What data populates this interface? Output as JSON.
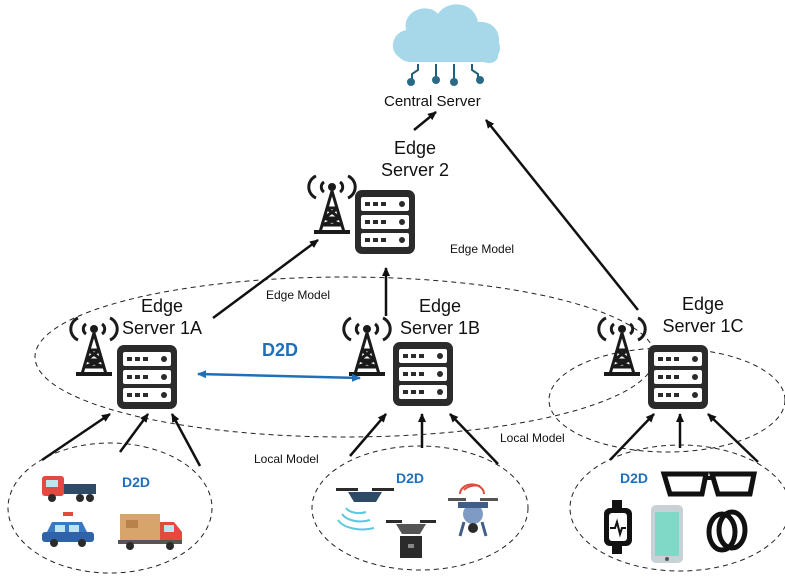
{
  "central_server": {
    "label": "Central Server"
  },
  "edge_server_2": {
    "line1": "Edge",
    "line2": "Server 2"
  },
  "edge_server_1a": {
    "line1": "Edge",
    "line2": "Server 1A"
  },
  "edge_server_1b": {
    "line1": "Edge",
    "line2": "Server 1B"
  },
  "edge_server_1c": {
    "line1": "Edge",
    "line2": "Server 1C"
  },
  "links": {
    "edge_model_upper": "Edge Model",
    "edge_model_lower": "Edge Model",
    "local_model_left": "Local Model",
    "local_model_right": "Local Model"
  },
  "d2d": {
    "edge": "D2D",
    "vehicles": "D2D",
    "drones": "D2D",
    "wearables": "D2D"
  },
  "colors": {
    "cloud": "#a6d8ea",
    "server_body": "#2b2b2b",
    "d2d_blue": "#1f70b8",
    "arrow": "#111111"
  }
}
